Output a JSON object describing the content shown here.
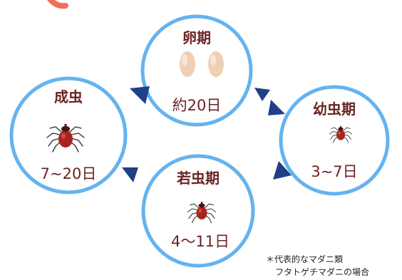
{
  "colors": {
    "ring": "#65b3ef",
    "arrow": "#1f3f86",
    "stage_text": "#6b2323",
    "accent_stroke": "#ef6f5c",
    "egg": "#f0cfb4",
    "tick_body": "#a8241e",
    "tick_legs": "#333333"
  },
  "stages": {
    "egg": {
      "title": "卵期",
      "duration": "約20日",
      "icon": "egg-pair-icon"
    },
    "larva": {
      "title": "幼虫期",
      "duration": "3~7日",
      "icon": "tick-icon"
    },
    "nymph": {
      "title": "若虫期",
      "duration": "4〜11日",
      "icon": "tick-icon"
    },
    "adult": {
      "title": "成虫",
      "duration": "7~20日",
      "icon": "tick-icon"
    }
  },
  "note": {
    "line1": "＊代表的なマダニ類",
    "line2": "フタトゲチマダニの場合"
  }
}
